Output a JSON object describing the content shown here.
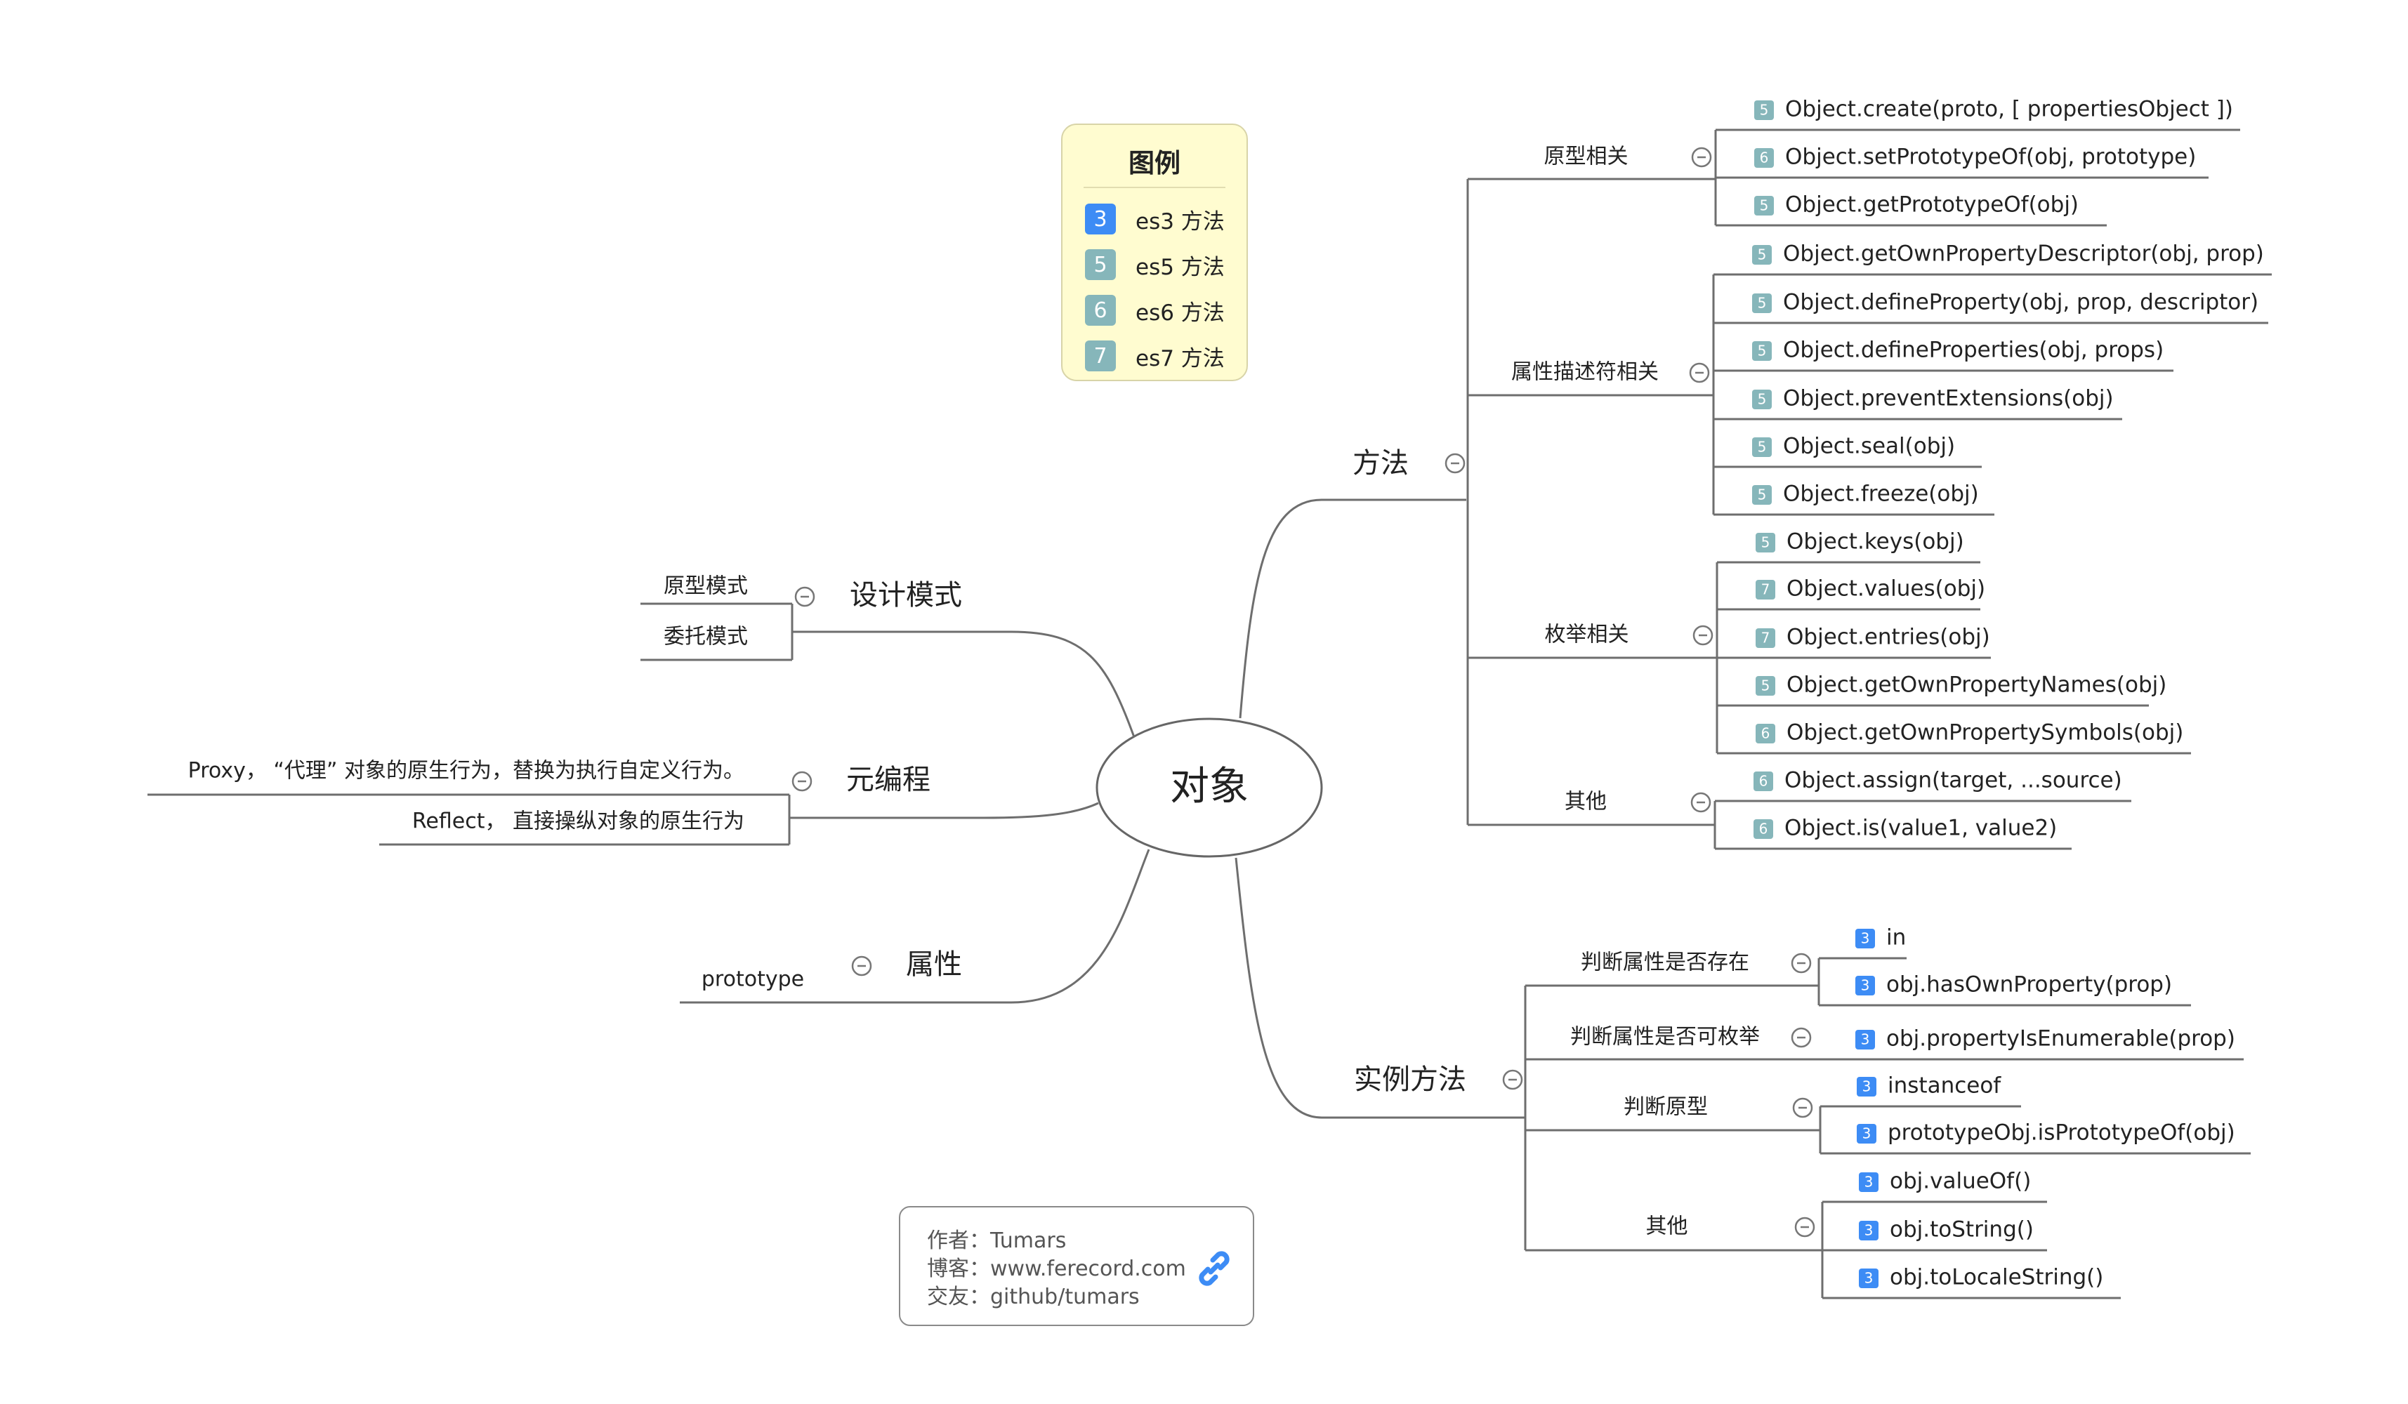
{
  "colors": {
    "es3": "#3d8cf5",
    "es5": "#86b6ba",
    "es6": "#86b6ba",
    "es7": "#86b6ba",
    "line": "#6e6e6e",
    "legend_bg": "#fffcd0"
  },
  "center": {
    "label": "对象"
  },
  "legend": {
    "title": "图例",
    "items": [
      {
        "num": "3",
        "label": "es3 方法",
        "color_key": "es3"
      },
      {
        "num": "5",
        "label": "es5 方法",
        "color_key": "es5"
      },
      {
        "num": "6",
        "label": "es6 方法",
        "color_key": "es6"
      },
      {
        "num": "7",
        "label": "es7 方法",
        "color_key": "es7"
      }
    ]
  },
  "author": {
    "lines": [
      "作者：Tumars",
      "博客：www.ferecord.com",
      "交友：github/tumars"
    ],
    "link_icon": "link-icon"
  },
  "branches": {
    "methods": {
      "label": "方法",
      "groups": [
        {
          "label": "原型相关",
          "items": [
            {
              "num": "5",
              "text": "Object.create(proto, [ propertiesObject ])"
            },
            {
              "num": "6",
              "text": "Object.setPrototypeOf(obj, prototype)"
            },
            {
              "num": "5",
              "text": "Object.getPrototypeOf(obj)"
            }
          ]
        },
        {
          "label": "属性描述符相关",
          "items": [
            {
              "num": "5",
              "text": "Object.getOwnPropertyDescriptor(obj, prop)"
            },
            {
              "num": "5",
              "text": "Object.defineProperty(obj, prop, descriptor)"
            },
            {
              "num": "5",
              "text": "Object.defineProperties(obj, props)"
            },
            {
              "num": "5",
              "text": "Object.preventExtensions(obj)"
            },
            {
              "num": "5",
              "text": "Object.seal(obj)"
            },
            {
              "num": "5",
              "text": "Object.freeze(obj)"
            }
          ]
        },
        {
          "label": "枚举相关",
          "items": [
            {
              "num": "5",
              "text": "Object.keys(obj)"
            },
            {
              "num": "7",
              "text": "Object.values(obj)"
            },
            {
              "num": "7",
              "text": "Object.entries(obj)"
            },
            {
              "num": "5",
              "text": "Object.getOwnPropertyNames(obj)"
            },
            {
              "num": "6",
              "text": "Object.getOwnPropertySymbols(obj)"
            }
          ]
        },
        {
          "label": "其他",
          "items": [
            {
              "num": "6",
              "text": "Object.assign(target, ...source)"
            },
            {
              "num": "6",
              "text": "Object.is(value1, value2)"
            }
          ]
        }
      ]
    },
    "instance": {
      "label": "实例方法",
      "groups": [
        {
          "label": "判断属性是否存在",
          "items": [
            {
              "num": "3",
              "text": "in"
            },
            {
              "num": "3",
              "text": "obj.hasOwnProperty(prop)"
            }
          ]
        },
        {
          "label": "判断属性是否可枚举",
          "items": [
            {
              "num": "3",
              "text": "obj.propertyIsEnumerable(prop)"
            }
          ]
        },
        {
          "label": "判断原型",
          "items": [
            {
              "num": "3",
              "text": "instanceof"
            },
            {
              "num": "3",
              "text": "prototypeObj.isPrototypeOf(obj)"
            }
          ]
        },
        {
          "label": "其他",
          "items": [
            {
              "num": "3",
              "text": "obj.valueOf()"
            },
            {
              "num": "3",
              "text": "obj.toString()"
            },
            {
              "num": "3",
              "text": "obj.toLocaleString()"
            }
          ]
        }
      ]
    },
    "design": {
      "label": "设计模式",
      "items": [
        "原型模式",
        "委托模式"
      ]
    },
    "meta": {
      "label": "元编程",
      "items": [
        "Proxy， “代理” 对象的原生行为，替换为执行自定义行为。",
        "Reflect，  直接操纵对象的原生行为"
      ]
    },
    "props": {
      "label": "属性",
      "items": [
        "prototype"
      ]
    }
  }
}
